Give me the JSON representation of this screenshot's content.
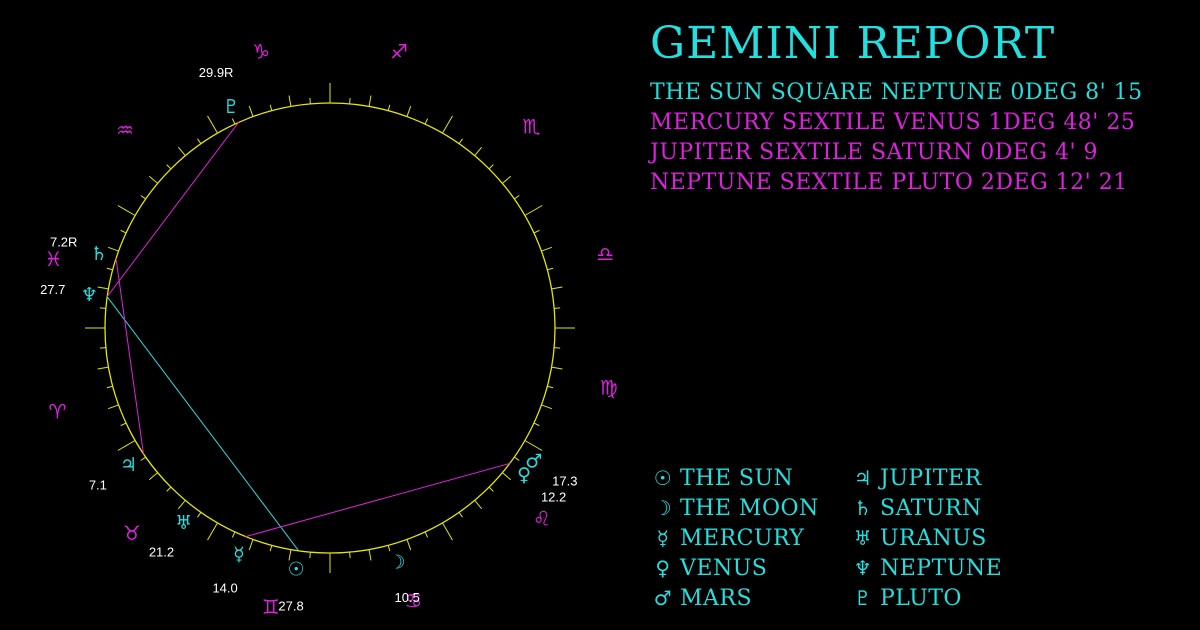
{
  "title": "GEMINI REPORT",
  "colors": {
    "ring": "#e6e600",
    "sign": "#e020e0",
    "planet": "#22e0e0",
    "label": "#ffffff"
  },
  "aspects": [
    {
      "text": "THE SUN SQUARE NEPTUNE 0DEG 8' 15",
      "color": "#22e0e0"
    },
    {
      "text": "MERCURY SEXTILE VENUS 1DEG 48' 25",
      "color": "#e020e0"
    },
    {
      "text": "JUPITER SEXTILE SATURN 0DEG 4' 9",
      "color": "#e020e0"
    },
    {
      "text": "NEPTUNE SEXTILE PLUTO 2DEG 12' 21",
      "color": "#e020e0"
    }
  ],
  "signs": [
    {
      "name": "aries",
      "glyph": "♈︎",
      "angle": 197
    },
    {
      "name": "taurus",
      "glyph": "♉︎",
      "angle": 226
    },
    {
      "name": "gemini",
      "glyph": "♊︎",
      "angle": 258
    },
    {
      "name": "cancer",
      "glyph": "♋︎",
      "angle": 287
    },
    {
      "name": "leo",
      "glyph": "♌︎",
      "angle": 318
    },
    {
      "name": "virgo",
      "glyph": "♍︎",
      "angle": 348
    },
    {
      "name": "libra",
      "glyph": "♎︎",
      "angle": 15
    },
    {
      "name": "scorpio",
      "glyph": "♏︎",
      "angle": 45
    },
    {
      "name": "sagittarius",
      "glyph": "♐︎",
      "angle": 76
    },
    {
      "name": "capricorn",
      "glyph": "♑︎",
      "angle": 104
    },
    {
      "name": "aquarius",
      "glyph": "♒︎",
      "angle": 136
    },
    {
      "name": "pisces",
      "glyph": "♓︎",
      "angle": 166
    }
  ],
  "planets": [
    {
      "name": "sun",
      "glyph": "☉",
      "angle": 262,
      "degree": "27.8"
    },
    {
      "name": "moon",
      "glyph": "☽",
      "angle": 286,
      "degree": "10.5"
    },
    {
      "name": "mercury",
      "glyph": "☿",
      "angle": 248,
      "degree": "14.0"
    },
    {
      "name": "venus",
      "glyph": "♀",
      "angle": 323,
      "degree": "12.2"
    },
    {
      "name": "mars",
      "glyph": "♂",
      "angle": 327,
      "degree": "17.3"
    },
    {
      "name": "jupiter",
      "glyph": "♃",
      "angle": 214,
      "degree": "7.1"
    },
    {
      "name": "saturn",
      "glyph": "♄",
      "angle": 162,
      "degree": "7.2R"
    },
    {
      "name": "uranus",
      "glyph": "♅",
      "angle": 233,
      "degree": "21.2"
    },
    {
      "name": "neptune",
      "glyph": "♆",
      "angle": 172,
      "degree": "27.7"
    },
    {
      "name": "pluto",
      "glyph": "♇",
      "angle": 114,
      "degree": "29.9R"
    }
  ],
  "aspect_lines": [
    {
      "from": "sun",
      "to": "neptune",
      "color": "#22e0e0"
    },
    {
      "from": "mercury",
      "to": "venus",
      "color": "#e020e0"
    },
    {
      "from": "jupiter",
      "to": "saturn",
      "color": "#e020e0"
    },
    {
      "from": "neptune",
      "to": "pluto",
      "color": "#e020e0"
    }
  ],
  "legend": [
    {
      "glyph": "☉",
      "label": "THE SUN"
    },
    {
      "glyph": "☽",
      "label": "THE MOON"
    },
    {
      "glyph": "☿",
      "label": "MERCURY"
    },
    {
      "glyph": "♀",
      "label": "VENUS"
    },
    {
      "glyph": "♂",
      "label": "MARS"
    },
    {
      "glyph": "♃",
      "label": "JUPITER"
    },
    {
      "glyph": "♄",
      "label": "SATURN"
    },
    {
      "glyph": "♅",
      "label": "URANUS"
    },
    {
      "glyph": "♆",
      "label": "NEPTUNE"
    },
    {
      "glyph": "♇",
      "label": "PLUTO"
    }
  ]
}
